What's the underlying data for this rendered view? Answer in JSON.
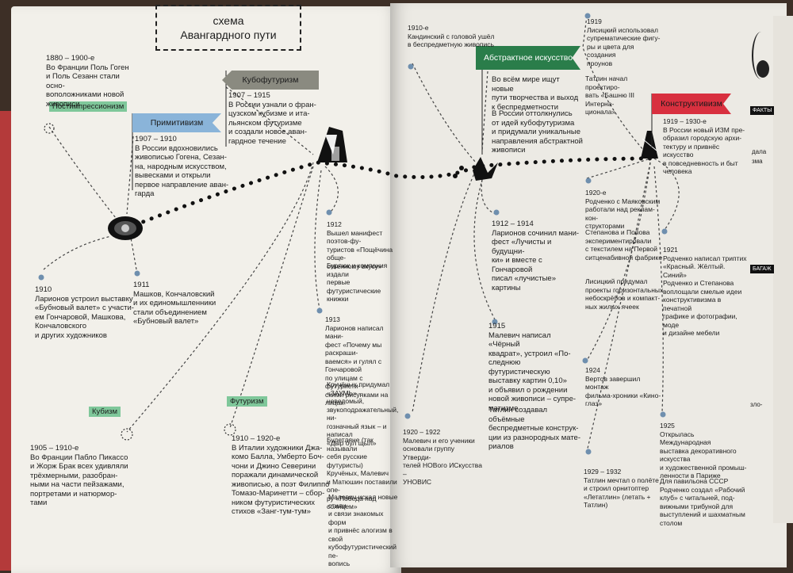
{
  "title": {
    "line1": "схема",
    "line2": "Авангардного пути"
  },
  "flags": {
    "postimpressionism": "Постимпрессионизм",
    "primitivism": "Примитивизм",
    "cubofuturism": "Кубофутуризм",
    "cubism": "Кубизм",
    "futurism": "Футуризм",
    "abstract_art": "Абстрактное искусство",
    "constructivism": "Конструктивизм"
  },
  "left_entries": [
    {
      "year": "1880 – 1900-е",
      "text": [
        "Во Франции Поль Гоген",
        "и Поль Сезанн стали осно-",
        "воположниками новой",
        "живописи"
      ]
    },
    {
      "year": "1907 – 1910",
      "text": [
        "В России вдохновились",
        "живописью Гогена, Сезан-",
        "на, народным искусством,",
        "вывесками и открыли",
        "первое направление аван-",
        "гарда"
      ]
    },
    {
      "year": "1907 – 1915",
      "text": [
        "В России узнали о фран-",
        "цузском кубизме и ита-",
        "льянском футуризме",
        "и создали новое аван-",
        "гардное течение"
      ]
    },
    {
      "year": "1910",
      "text": [
        "Ларионов устроил выставку",
        "«Бубновый валет» с участи-",
        "ем Гончаровой, Машкова,",
        "Кончаловского",
        "и других художников"
      ]
    },
    {
      "year": "1911",
      "text": [
        "Машков, Кончаловский",
        "и их единомышленники",
        "стали объединением",
        "«Бубновый валет»"
      ]
    },
    {
      "year": "1905 – 1910-е",
      "text": [
        "Во Франции Пабло Пикассо",
        "и Жорж Брак всех удивляли",
        "трёхмерными, разобран-",
        "ными на части пейзажами,",
        "портретами и натюрмор-",
        "тами"
      ]
    },
    {
      "year": "1910 – 1920-е",
      "text": [
        "В Италии художники Джа-",
        "комо Балла, Умберто Боч-",
        "чони и Джино Северини",
        "поражали динамической",
        "живописью, а поэт Филиппо",
        "Томазо-Маринетти – сбор-",
        "ником футуристических",
        "стихов «Занг-тум-тум»"
      ]
    }
  ],
  "mid_entries": [
    {
      "year": "1912",
      "text": [
        "Вышел манифест поэтов-фу-",
        "туристов «Пощёчина обще-",
        "ственному вкусу»"
      ]
    },
    {
      "year": "",
      "text": [
        "Бурлюк и компания издали",
        "первые футуристические",
        "книжки"
      ]
    },
    {
      "year": "1913",
      "text": [
        "Ларионов написал мани-",
        "фест «Почему мы раскраши-",
        "ваемся» и гулял с Гончаровой",
        "по улицам с футуристи-",
        "скими рисунками на лицах"
      ]
    },
    {
      "year": "",
      "text": [
        "Кручёных придумал",
        "«ЗАУМЬ» – неведомый,",
        "звукоподражательный, ни-",
        "гозначный язык – и написал",
        "«Дыр бул щыл»"
      ]
    },
    {
      "year": "",
      "text": [
        "Будетляне (так называли",
        "себя русские футуристы)",
        "Кручёных, Малевич",
        "и Матюшин поставили опе-",
        "ру «Победа над солнцем»"
      ]
    },
    {
      "year": "",
      "text": [
        "Малевич искал новые стили",
        "и связи знакомых форм",
        "и привнёс алогизм в свой",
        "кубофутуристический пе-",
        "вопись"
      ]
    }
  ],
  "right_entries": [
    {
      "year": "1910-е",
      "text": [
        "Кандинский с головой ушёл",
        "в беспредметную живопись"
      ]
    },
    {
      "year": "",
      "text": [
        "Во всём мире ищут новые",
        "пути творчества и выход",
        "к беспредметности"
      ]
    },
    {
      "year": "",
      "text": [
        "В России оттолкнулись",
        "от идей кубофутуризма",
        "и придумали уникальные",
        "направления абстрактной",
        "живописи"
      ]
    },
    {
      "year": "1912 – 1914",
      "text": [
        "Ларионов сочинил мани-",
        "фест «Лучисты и будущни-",
        "ки» и вместе с Гончаровой",
        "писал «лучистые» картины"
      ]
    },
    {
      "year": "1915",
      "text": [
        "Малевич написал «Чёрный",
        "квадрат», устроил «По-",
        "следнюю футуристическую",
        "выставку картин 0,10»",
        "и объявил о рождении",
        "новой живописи – супре-",
        "матизме"
      ]
    },
    {
      "year": "",
      "text": [
        "Татлин создавал объёмные",
        "беспредметные конструк-",
        "ции из разнородных мате-",
        "риалов"
      ]
    },
    {
      "year": "1920 – 1922",
      "text": [
        "Малевич и его ученики",
        "основали группу Утверди-",
        "телей НОВого ИСкусства –",
        "УНОВИС"
      ]
    }
  ],
  "far_right_entries": [
    {
      "year": "1919",
      "text": [
        "Лисицкий использовал",
        "супрематические фигу-",
        "ры и цвета для создания",
        "проунов"
      ]
    },
    {
      "year": "",
      "text": [
        "Татлин начал проектиро-",
        "вать «Башню III Интерна-",
        "ционала»"
      ]
    },
    {
      "year": "1919 – 1930-е",
      "text": [
        "В России новый ИЗМ пре-",
        "образил городскую архи-",
        "тектуру и привнёс искусство",
        "в повседневность и быт",
        "человека"
      ]
    },
    {
      "year": "1920-е",
      "text": [
        "Родченко с Маяковским",
        "работали над реклам-кон-",
        "структорами"
      ]
    },
    {
      "year": "",
      "text": [
        "Степанова и Попова",
        "экспериментировали",
        "с текстилем на Первой",
        "ситценабивной фабрике"
      ]
    },
    {
      "year": "",
      "text": [
        "Лисицкий придумал",
        "проекты горизонтальных",
        "небоскрёбов и компакт-",
        "ных жилых ячеек"
      ]
    },
    {
      "year": "1921",
      "text": [
        "Родченко написал триптих",
        "«Красный. Жёлтый. Синий»"
      ]
    },
    {
      "year": "",
      "text": [
        "Родченко и Степанова",
        "воплощали смелые идеи",
        "конструктивизма в печатной",
        "графике и фотографии, моде",
        "и дизайне мебели"
      ]
    },
    {
      "year": "1924",
      "text": [
        "Вертов завершил монтаж",
        "фильма-хроники «Кино-",
        "глаз»"
      ]
    },
    {
      "year": "1925",
      "text": [
        "Открылась Международная",
        "выставка декоративного",
        "искусства",
        "и художественной промыш-",
        "ленности в Париже"
      ]
    },
    {
      "year": "",
      "text": [
        "Для павильона СССР",
        "Родченко создал «Рабочий",
        "клуб» с читальней, под-",
        "вижными трибуной для",
        "выступлений и шахматным",
        "столом"
      ]
    },
    {
      "year": "1929 – 1932",
      "text": [
        "Татлин мечтал о полёте",
        "и строил орнитоптер",
        "«Летатлин» (летать +",
        "Татлин)"
      ]
    }
  ],
  "edge_fragments": {
    "facts": "ФАКТЫ",
    "baggage": "БАГАЖ",
    "frag1": "дала",
    "frag2": "зма",
    "frag3": "зло-"
  },
  "colors": {
    "abstract_green": "#2a7d4a",
    "constructivism_red": "#d8303f",
    "primitivism_blue": "#8ab4d9",
    "cubofuturism_gray": "#8a8a80",
    "label_green": "#7fc79a"
  }
}
